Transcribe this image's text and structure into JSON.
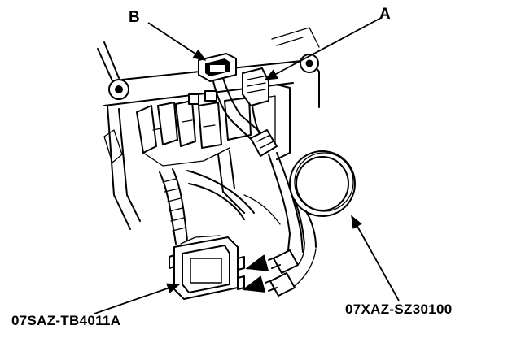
{
  "labels": {
    "callout_b": "B",
    "callout_a": "A",
    "part_left": "07SAZ-TB4011A",
    "part_right": "07XAZ-SZ30100"
  }
}
